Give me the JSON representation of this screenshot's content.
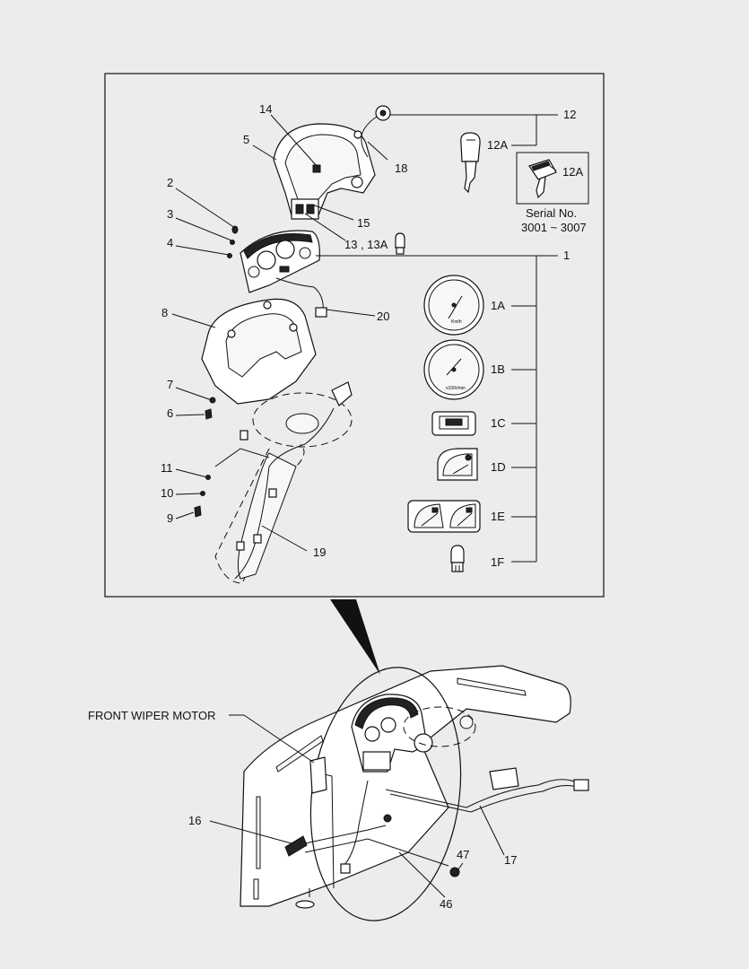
{
  "labels": {
    "p1": "1",
    "p1a": "1A",
    "p1b": "1B",
    "p1c": "1C",
    "p1d": "1D",
    "p1e": "1E",
    "p1f": "1F",
    "p2": "2",
    "p3": "3",
    "p4": "4",
    "p5": "5",
    "p6": "6",
    "p7": "7",
    "p8": "8",
    "p9": "9",
    "p10": "10",
    "p11": "11",
    "p12": "12",
    "p12a_1": "12A",
    "p12a_2": "12A",
    "p13": "13 , 13A",
    "p14": "14",
    "p15": "15",
    "p16": "16",
    "p17": "17",
    "p18": "18",
    "p19": "19",
    "p20": "20",
    "p46": "46",
    "p47": "47",
    "serial_title": "Serial No.",
    "serial_range": "3001 ~ 3007",
    "front_wiper_motor": "FRONT WIPER MOTOR"
  },
  "gauge_text": {
    "speed_unit": "Km/h",
    "rpm_unit": "x100r/min"
  },
  "colors": {
    "background": "#ececec",
    "line": "#111111",
    "part_fill": "#ffffff"
  }
}
